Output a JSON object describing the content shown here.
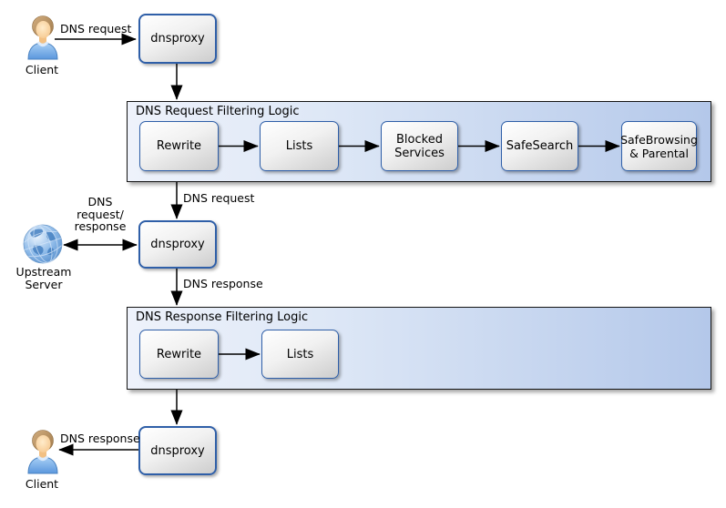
{
  "colors": {
    "background": "#ffffff",
    "container_fill_left": "#eef2fb",
    "container_fill_right": "#b4c8ea",
    "container_border": "#151515",
    "node_fill_light": "#ffffff",
    "node_fill_dark": "#cdcdcd",
    "node_border": "#2f5fa8",
    "arrow": "#000000"
  },
  "nodes": {
    "client_top": {
      "icon": "person-icon",
      "caption": "Client"
    },
    "dnsproxy_top": {
      "label": "dnsproxy"
    },
    "upstream_server": {
      "icon": "globe-icon",
      "caption": "Upstream\nServer"
    },
    "dnsproxy_middle": {
      "label": "dnsproxy"
    },
    "dnsproxy_bottom": {
      "label": "dnsproxy"
    },
    "client_bottom": {
      "icon": "person-icon",
      "caption": "Client"
    }
  },
  "containers": {
    "request_logic": {
      "title": "DNS Request Filtering Logic",
      "steps": [
        "Rewrite",
        "Lists",
        "Blocked\nServices",
        "SafeSearch",
        "SafeBrowsing\n& Parental"
      ]
    },
    "response_logic": {
      "title": "DNS Response Filtering Logic",
      "steps": [
        "Rewrite",
        "Lists"
      ]
    }
  },
  "edge_labels": {
    "client_request": "DNS request",
    "filtered_request": "DNS request",
    "upstream_exchange": "DNS\nrequest/\nresponse",
    "proxy_response": "DNS response",
    "client_response": "DNS response"
  }
}
